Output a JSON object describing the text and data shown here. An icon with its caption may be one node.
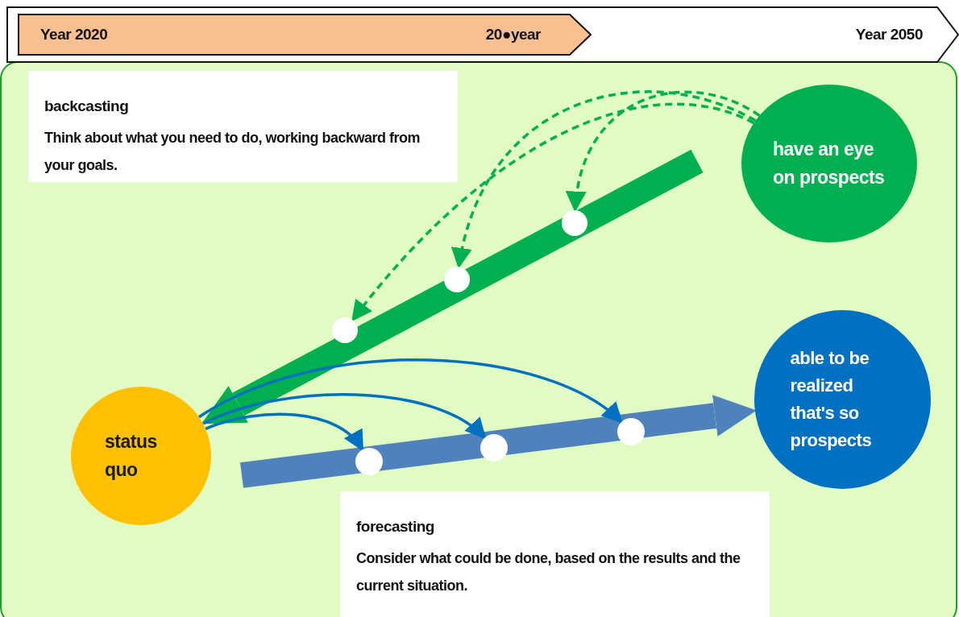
{
  "diagram": {
    "nodes": [
      {
        "text": [
          "Year 2050"
        ]
      },
      {
        "text": [
          "Year 2020",
          "20●year"
        ],
        "in": 0
      },
      {
        "text": [
          "backcasting",
          "Think about what you need to do, working backward from your goals."
        ]
      },
      {
        "text": [
          "have an eye on prospects"
        ]
      },
      {
        "text": [],
        "shape": "circle"
      },
      {
        "text": [],
        "shape": "circle"
      },
      {
        "text": [],
        "shape": "circle"
      },
      {
        "text": [
          "status quo"
        ]
      },
      {
        "text": [],
        "shape": "circle"
      },
      {
        "text": [],
        "shape": "circle"
      },
      {
        "text": [],
        "shape": "circle"
      },
      {
        "text": [
          "able to be realized that's so prospects"
        ]
      },
      {
        "text": [
          "forecasting",
          "Consider what could be done, based on the results and the current situation."
        ]
      }
    ],
    "edges": [
      {
        "from": null,
        "to": 7,
        "arrow": "to",
        "style": "thick",
        "color": "#00b050"
      },
      {
        "from": 3,
        "to": 4,
        "arrow": "to",
        "style": "dashed",
        "color": "#00b050"
      },
      {
        "from": 3,
        "to": 5,
        "arrow": "to",
        "style": "dashed",
        "color": "#00b050"
      },
      {
        "from": 3,
        "to": 6,
        "arrow": "to",
        "style": "dashed",
        "color": "#00b050"
      },
      {
        "from": null,
        "to": 11,
        "arrow": "to",
        "style": "thick",
        "color": "#4f81bd"
      },
      {
        "from": 7,
        "to": 8,
        "arrow": "to",
        "color": "#0070c0"
      },
      {
        "from": 7,
        "to": 9,
        "arrow": "to",
        "color": "#0070c0"
      },
      {
        "from": 7,
        "to": 10,
        "arrow": "to",
        "color": "#0070c0"
      }
    ]
  }
}
